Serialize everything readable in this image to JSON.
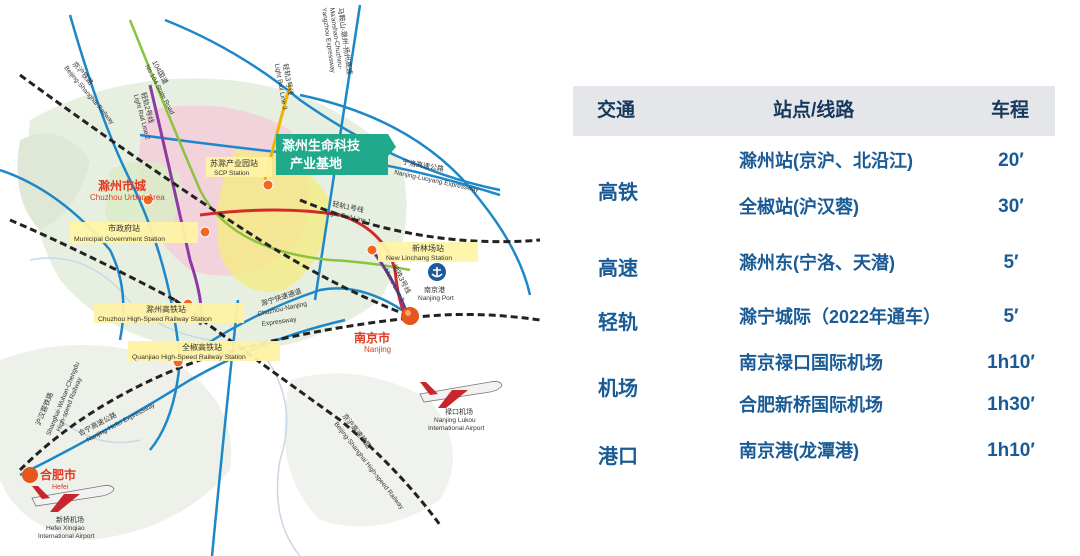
{
  "map": {
    "lines": {
      "ma_chu": [
        "马鞍山-滁州-扬州高速",
        "Ma'anshan-Chuzhou-",
        "Yangzhou Expressway"
      ],
      "light_rail_3": [
        "轻轨3号线",
        "Light Rail Line 3"
      ],
      "national_104": [
        "104国道",
        "No.104 State Road"
      ],
      "light_rail_2": [
        "轻轨2号线",
        "Light Rail Line 2"
      ],
      "jinghu_railway": [
        "京沪铁路",
        "Beijing-Shanghai Railway"
      ],
      "ningluo": [
        "宁洛高速公路",
        "Nanjing-Luoyang Expressway"
      ],
      "light_rail_1": [
        "轻轨1号线",
        "Light Rail Line 1"
      ],
      "metro_3": [
        "地铁3号线",
        "Metro Line 3"
      ],
      "chuning": [
        "滁宁快速通道",
        "Chuzhou-Nanjing",
        "Expressway"
      ],
      "hurongyu": [
        "沪汉蓉铁路",
        "Shanghai-Wuhan-Chengdu",
        "High-speed Railway"
      ],
      "hening": [
        "合宁高速公路",
        "Nanjing-Hefei Expressway"
      ],
      "jinghu_hsr": [
        "京沪高速铁路",
        "Beijing-Shanghai High-speed Railway"
      ]
    },
    "labels": {
      "scp": [
        "苏滁产业园站",
        "SCP Station"
      ],
      "chuzhou_city": [
        "滁州市城",
        "Chuzhou Urban Area"
      ],
      "muni": [
        "市政府站",
        "Municipal Government Station"
      ],
      "linchang": [
        "新林场站",
        "New Linchang Station"
      ],
      "nanjing_port": [
        "南京港",
        "Nanjing Port"
      ],
      "chuzhou_hsr": [
        "滁州高铁站",
        "Chuzhou High-Speed Railway Station"
      ],
      "nanjing": [
        "南京市",
        "Nanjing"
      ],
      "quanjiao": [
        "全椒高铁站",
        "Quanjiao High-Speed Railway Station"
      ],
      "lukou": [
        "禄口机场",
        "Nanjing Lukou",
        "International Airport"
      ],
      "hefei": [
        "合肥市",
        "Hefei"
      ],
      "xinqiao": [
        "新桥机场",
        "Hefei Xinqiao",
        "International Airport"
      ]
    },
    "callout": [
      "滁州生命科技",
      "产业基地"
    ],
    "colors": {
      "expressway": "#1c87c9",
      "railway": "#222222",
      "hsr": "#222222",
      "light_rail_1": "#d32a2a",
      "light_rail_2": "#8e3aa4",
      "light_rail_3": "#f0b400",
      "road_104": "#8ac43f",
      "callout": "#20a98a",
      "city_label": "#e03a23",
      "station_dot": "#f26722",
      "label_bg": "#fff3a6"
    }
  },
  "table": {
    "headers": [
      "交通",
      "站点/线路",
      "车程"
    ],
    "groups": [
      {
        "category": "高铁",
        "rows": [
          {
            "station": "滁州站(京沪、北沿江)",
            "time": "20′"
          },
          {
            "station": "全椒站(沪汉蓉)",
            "time": "30′"
          }
        ]
      },
      {
        "category": "高速",
        "rows": [
          {
            "station": "滁州东(宁洛、天潜)",
            "time": "5′"
          }
        ]
      },
      {
        "category": "轻轨",
        "rows": [
          {
            "station": "滁宁城际（2022年通车）",
            "time": "5′"
          }
        ]
      },
      {
        "category": "机场",
        "rows": [
          {
            "station": "南京禄口国际机场",
            "time": "1h10′"
          },
          {
            "station": "合肥新桥国际机场",
            "time": "1h30′"
          }
        ]
      },
      {
        "category": "港口",
        "rows": [
          {
            "station": "南京港(龙潭港)",
            "time": "1h10′"
          }
        ]
      }
    ],
    "colors": {
      "header_bg": "#e4e6e9",
      "text": "#1a5b95",
      "header_text": "#16385c"
    }
  }
}
